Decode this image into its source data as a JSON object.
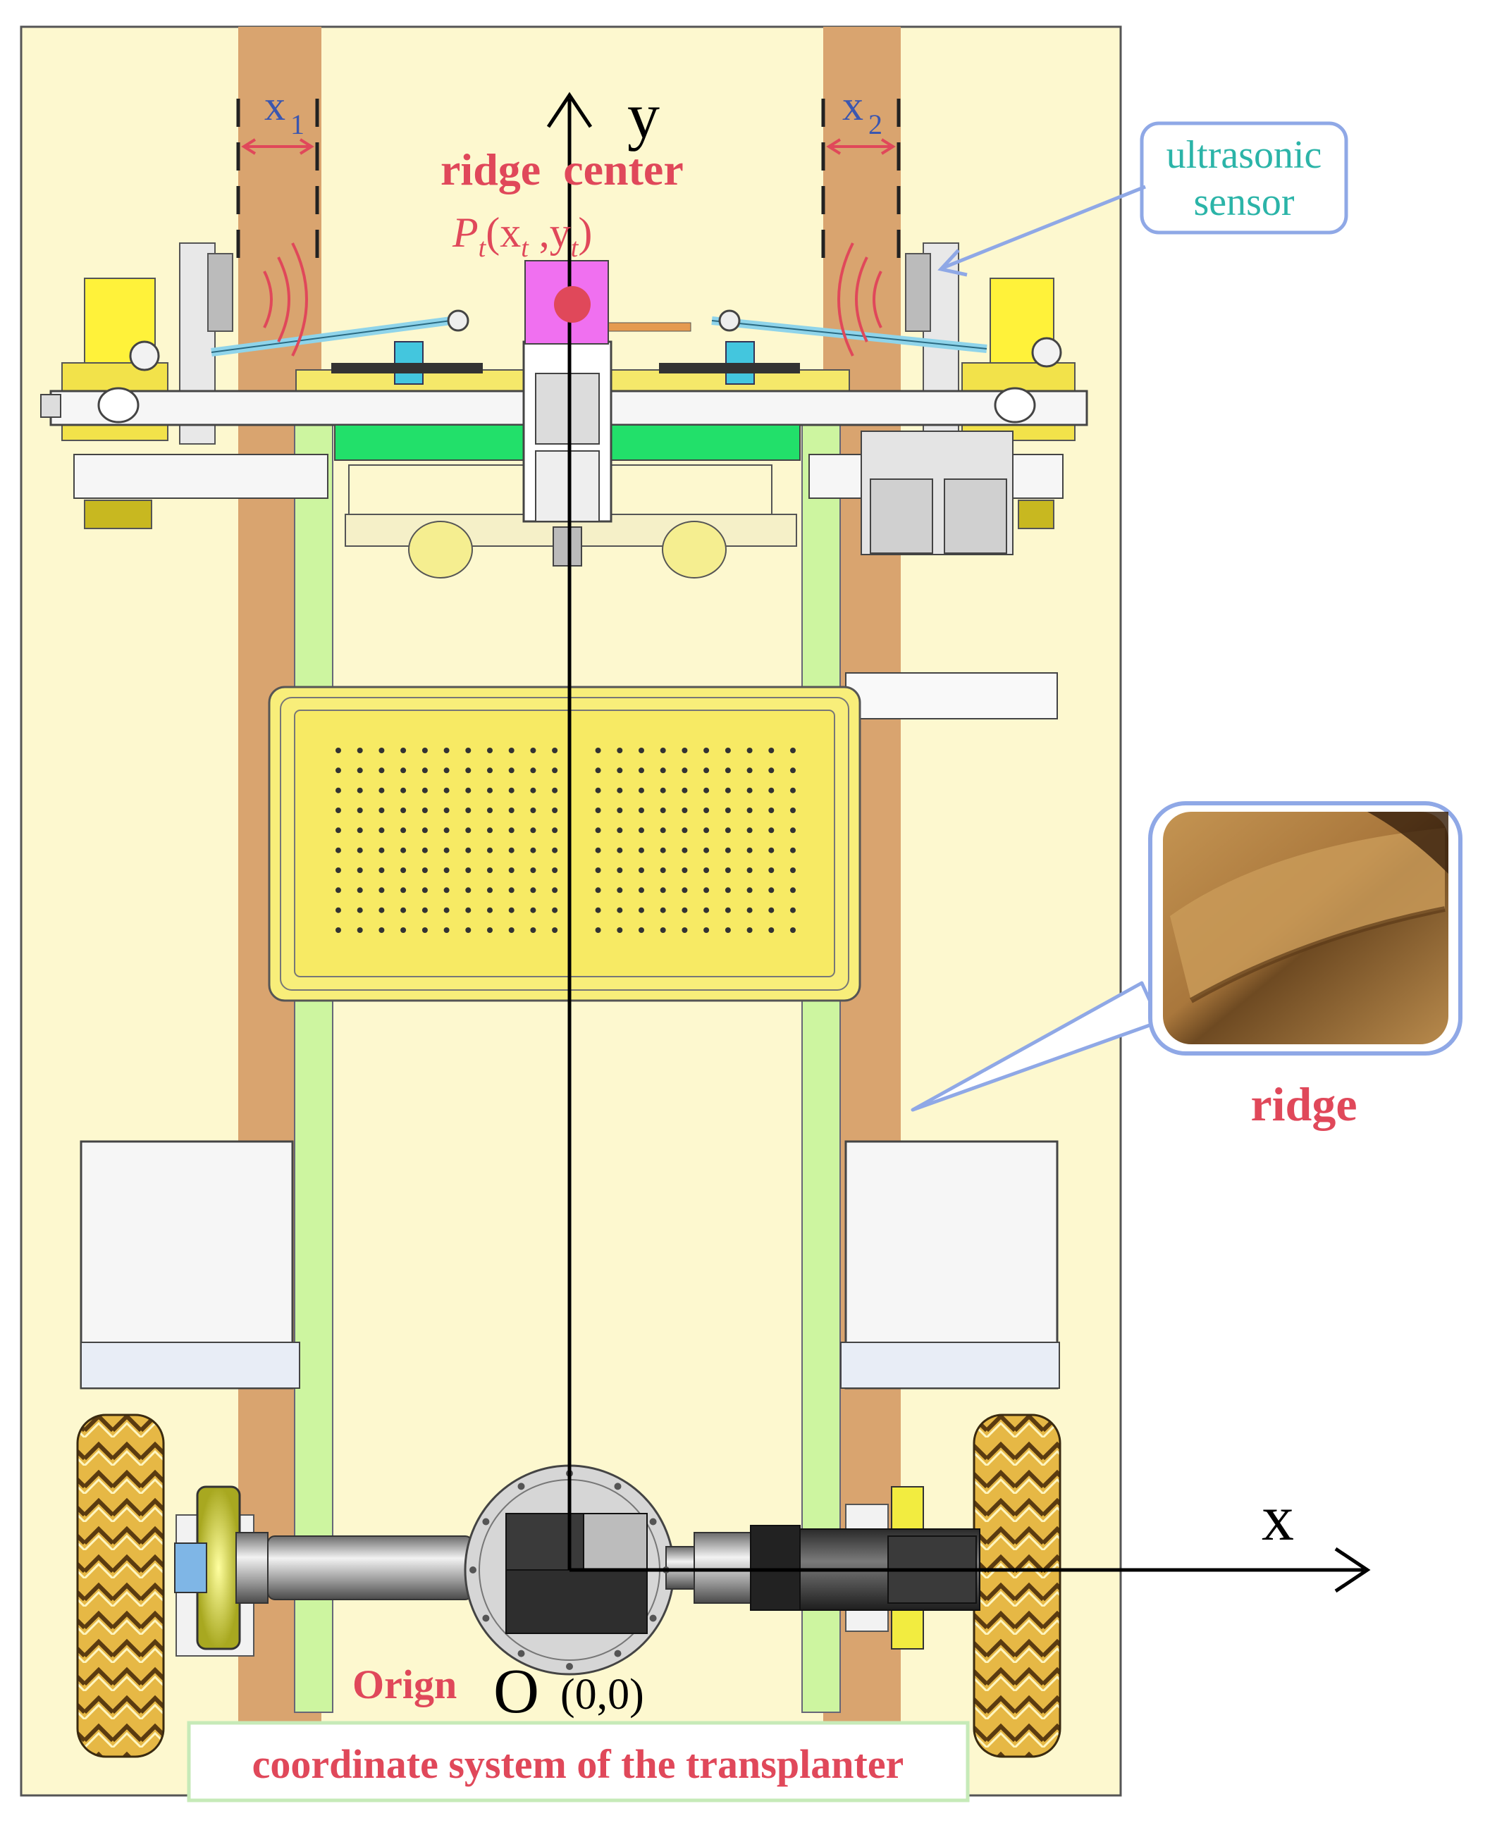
{
  "labels": {
    "axis_y": "y",
    "axis_x": "x",
    "x1_main": "x",
    "x1_sub": "1",
    "x2_main": "x",
    "x2_sub": "2",
    "ridge_center": "ridge  center",
    "point_P": "P",
    "point_t1": "t",
    "point_open": "(x",
    "point_t2": "t",
    "point_mid": " ,y",
    "point_t3": "t",
    "point_close": ")",
    "sensor_line1": "ultrasonic",
    "sensor_line2": "sensor",
    "ridge": "ridge",
    "origin_word": "Orign",
    "origin_letter": "O",
    "origin_coords": "(0,0)",
    "caption": "coordinate system of the transplanter"
  },
  "colors": {
    "background_field": "#fdf8cf",
    "ridge_strip": "#d9a46f",
    "frame_green": "#cdf5a0",
    "accent_red": "#e0485a",
    "axis_black": "#000000",
    "callout_blue": "#8fa8e6",
    "sensor_text": "#2bb4a8",
    "x_label_blue": "#3a56b0",
    "tray_yellow": "#f8ee7a",
    "carriage_green": "#22e06a",
    "pink_block": "#f070f0",
    "caption_border": "#c6eab8"
  },
  "icons": {
    "sensor_waves": "ultrasonic-wave-icon",
    "center_marker": "red-dot-marker",
    "ridge_photo": "soil-ridge-photo"
  }
}
